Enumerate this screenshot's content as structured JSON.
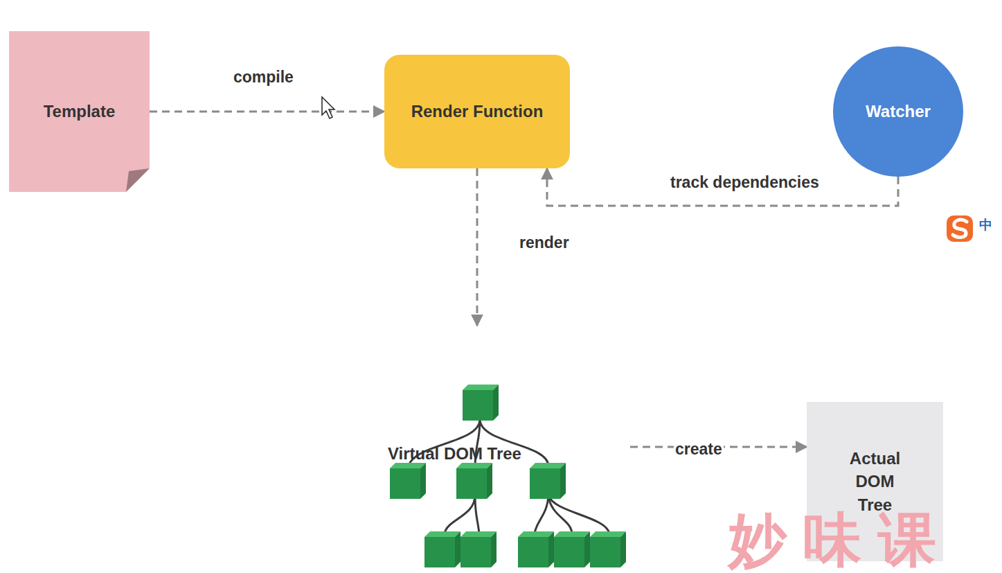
{
  "diagram": {
    "nodes": [
      {
        "text": [
          "Template"
        ]
      },
      {
        "text": [
          "Render Function"
        ]
      },
      {
        "text": [
          "Watcher"
        ]
      },
      {
        "text": [
          "Virtual DOM Tree"
        ]
      },
      {
        "text": [
          "Actual DOM Tree"
        ]
      }
    ],
    "edges": [
      {
        "from": 0,
        "to": 1,
        "arrow": "to",
        "label": "compile"
      },
      {
        "from": 2,
        "to": 1,
        "arrow": "to",
        "label": "track dependencies"
      },
      {
        "from": 1,
        "to": 3,
        "arrow": "to",
        "label": "render"
      },
      {
        "from": 3,
        "to": 4,
        "arrow": "to",
        "label": "create"
      }
    ],
    "labels": [
      "中",
      "妙味课"
    ]
  }
}
